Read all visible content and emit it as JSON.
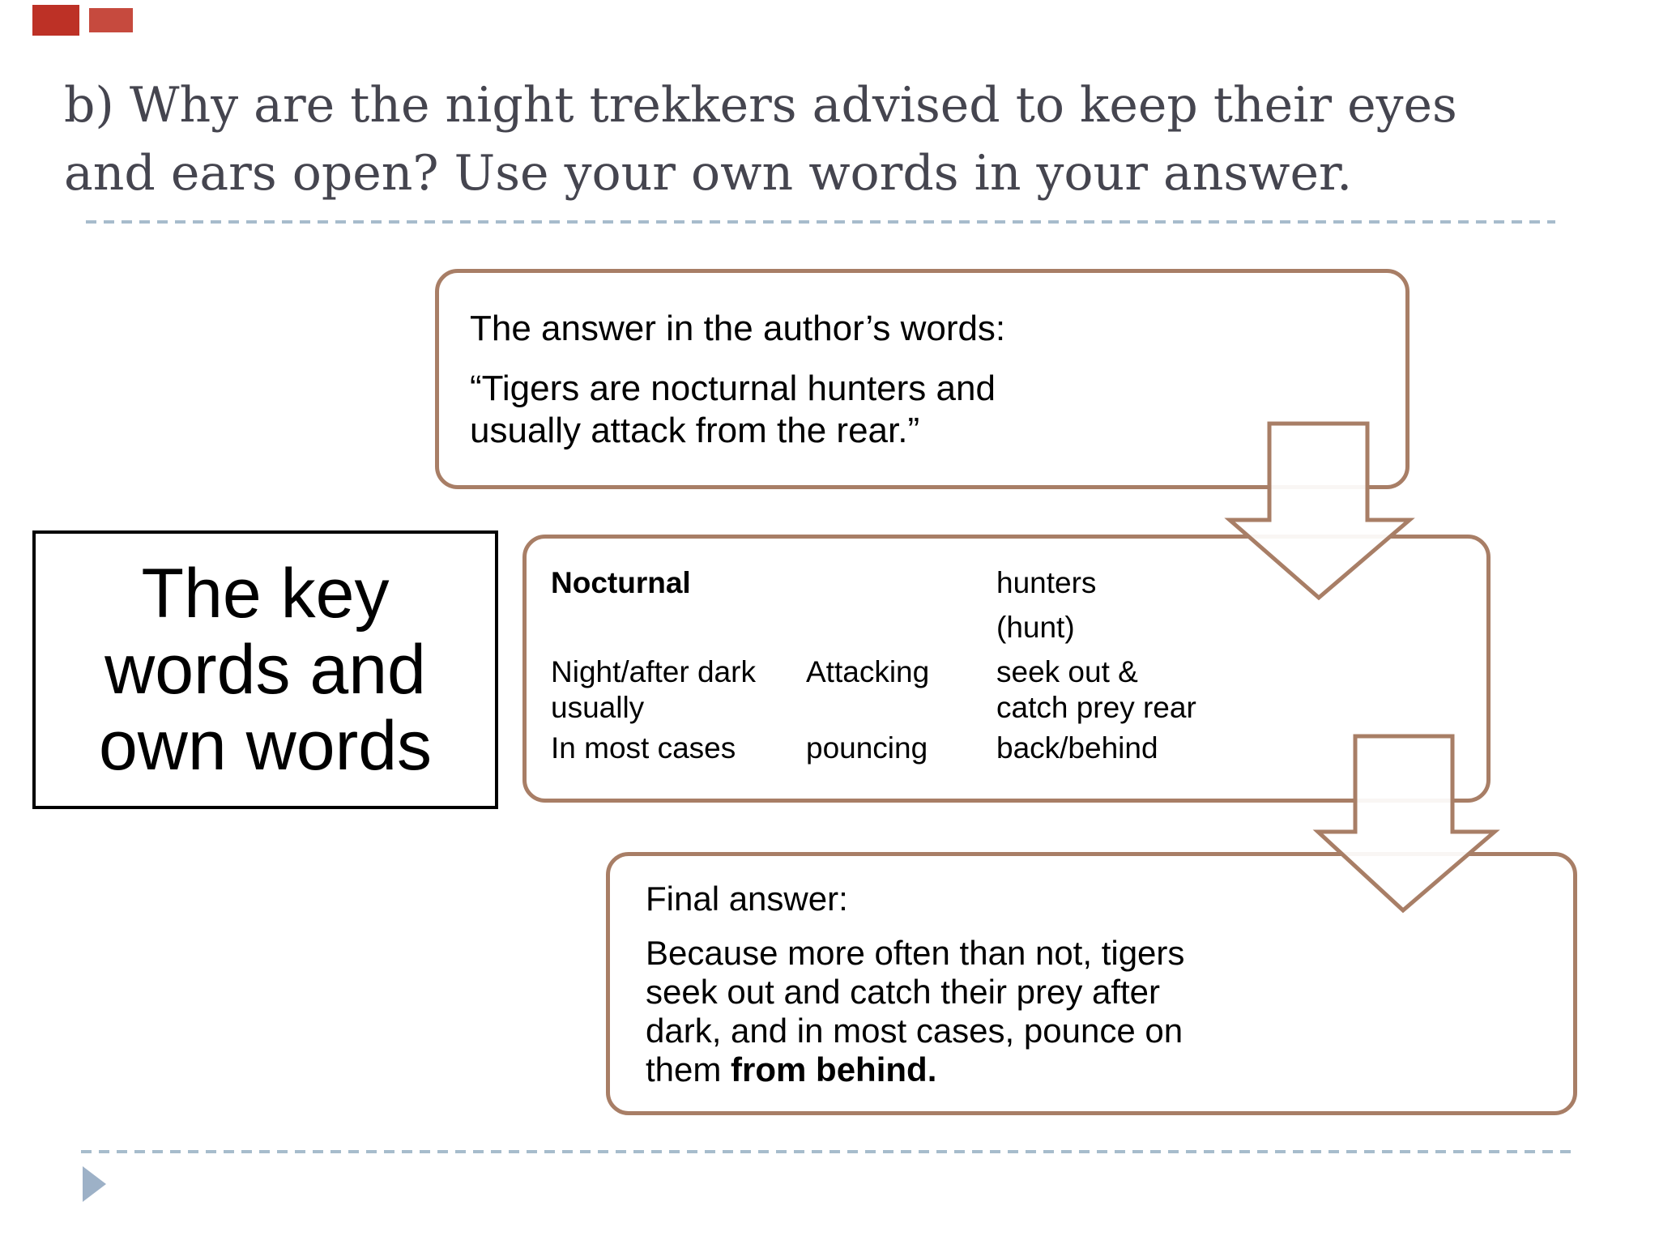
{
  "slide": {
    "title_lines": [
      "b) Why are the night trekkers advised to keep their eyes",
      "and ears open? Use your own words in your answer."
    ],
    "colors": {
      "accent_red_1": "#bd3126",
      "accent_red_2": "#c64a3e",
      "box_border_brown": "#a87e66",
      "title_text": "#45454f",
      "dashed_rule": "#a7bccc",
      "play_triangle": "#9db1c7",
      "key_box_border": "#000000",
      "body_text": "#000000"
    }
  },
  "author_box": {
    "heading": "The answer in the author’s words:",
    "quote_lines": [
      "“Tigers are nocturnal hunters and",
      "usually attack from the rear.”"
    ]
  },
  "key_box": {
    "lines": [
      "The key",
      "words and",
      "own words"
    ]
  },
  "keywords_table": {
    "col1": {
      "r1": "Nocturnal",
      "r2a": "Night/after dark",
      "r2b": "usually",
      "r3": "In most cases"
    },
    "col2": {
      "r2": "Attacking",
      "r3": "pouncing"
    },
    "col3": {
      "r1a": "hunters",
      "r1b": "(hunt)",
      "r2a": "seek out &",
      "r2b": "catch prey rear",
      "r3": "back/behind"
    }
  },
  "final_box": {
    "heading": "Final answer:",
    "lines": [
      "Because more often than not, tigers",
      "seek out and catch their prey after",
      "dark, and in most cases, pounce on"
    ],
    "last_line_normal": "them ",
    "last_line_bold": "from behind."
  }
}
